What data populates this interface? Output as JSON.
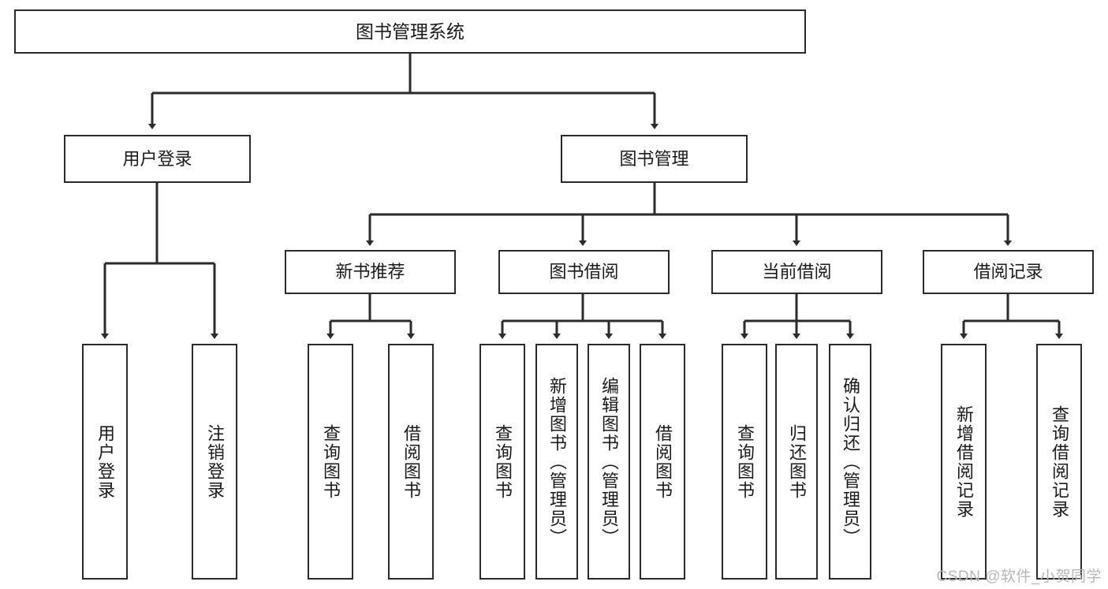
{
  "diagram": {
    "title": "图书管理系统",
    "type": "hierarchy-tree",
    "orientation": "top-down",
    "colors": {
      "node_border": "#2b2b2b",
      "node_fill": "#ffffff",
      "edge": "#2b2b2b",
      "text": "#1a1a1a",
      "watermark": "#b7b7b7",
      "background": "#ffffff"
    },
    "watermark": "CSDN @软件_小贺同学",
    "levels": [
      {
        "level": 0,
        "nodes": [
          {
            "id": "root",
            "label": "图书管理系统"
          }
        ]
      },
      {
        "level": 1,
        "nodes": [
          {
            "id": "login",
            "label": "用户登录",
            "parent": "root"
          },
          {
            "id": "bookmgmt",
            "label": "图书管理",
            "parent": "root"
          }
        ]
      },
      {
        "level": 2,
        "nodes": [
          {
            "id": "newbook",
            "label": "新书推荐",
            "parent": "bookmgmt"
          },
          {
            "id": "borrow",
            "label": "图书借阅",
            "parent": "bookmgmt"
          },
          {
            "id": "current",
            "label": "当前借阅",
            "parent": "bookmgmt"
          },
          {
            "id": "records",
            "label": "借阅记录",
            "parent": "bookmgmt"
          }
        ]
      },
      {
        "level": 3,
        "nodes": [
          {
            "id": "leaf1",
            "label": "用户登录",
            "parent": "login"
          },
          {
            "id": "leaf2",
            "label": "注销登录",
            "parent": "login"
          },
          {
            "id": "leaf3",
            "label": "查询图书",
            "parent": "newbook"
          },
          {
            "id": "leaf4",
            "label": "借阅图书",
            "parent": "newbook"
          },
          {
            "id": "leaf5",
            "label": "查询图书",
            "parent": "borrow"
          },
          {
            "id": "leaf6",
            "label": "新增图书（管理员）",
            "parent": "borrow"
          },
          {
            "id": "leaf7",
            "label": "编辑图书（管理员）",
            "parent": "borrow"
          },
          {
            "id": "leaf8",
            "label": "借阅图书",
            "parent": "borrow"
          },
          {
            "id": "leaf9",
            "label": "查询图书",
            "parent": "current"
          },
          {
            "id": "leaf10",
            "label": "归还图书",
            "parent": "current"
          },
          {
            "id": "leaf11",
            "label": "确认归还（管理员）",
            "parent": "current"
          },
          {
            "id": "leaf12",
            "label": "新增借阅记录",
            "parent": "records"
          },
          {
            "id": "leaf13",
            "label": "查询借阅记录",
            "parent": "records"
          }
        ]
      }
    ]
  }
}
